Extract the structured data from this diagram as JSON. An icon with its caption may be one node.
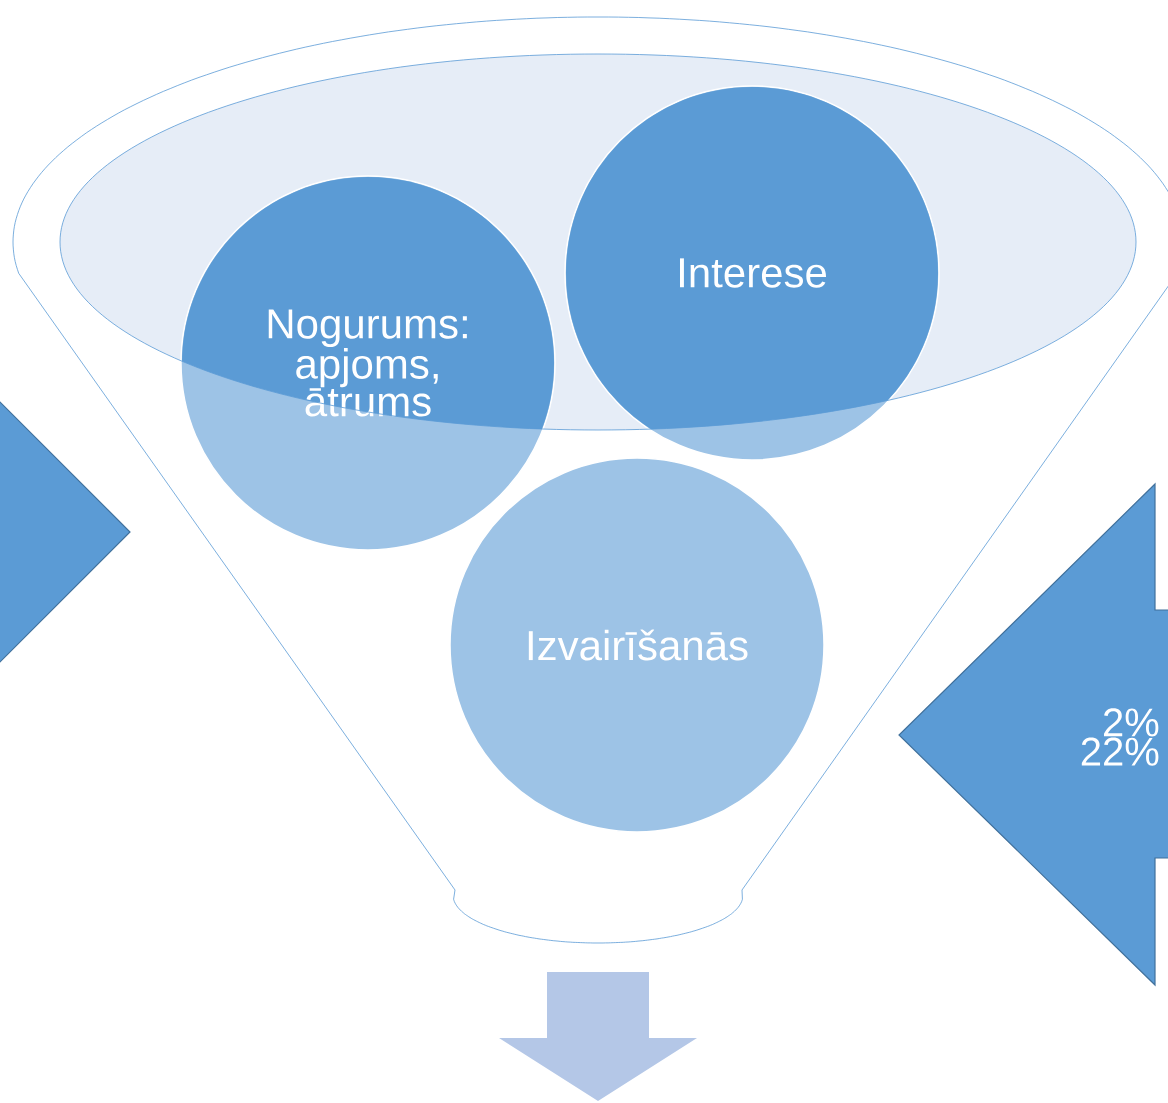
{
  "diagram": {
    "nodes": [
      {
        "text": [],
        "shape": "funnel"
      },
      {
        "text": [
          "Nogurums: apjoms, ātrums"
        ],
        "in": 0
      },
      {
        "text": [
          "Interese"
        ],
        "in": 0
      },
      {
        "text": [
          "Izvairīšanās"
        ],
        "in": 0
      },
      {
        "text": [],
        "shape": "arrow"
      },
      {
        "text": [
          "2% 22%"
        ]
      },
      {
        "text": [],
        "shape": "arrow"
      }
    ]
  }
}
